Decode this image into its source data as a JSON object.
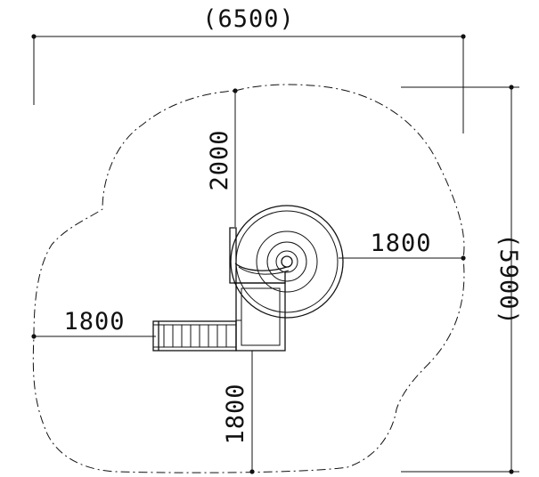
{
  "dimensions": {
    "overall_width": "(6500)",
    "overall_depth": "(5900)",
    "top_clearance": "2000",
    "right_clearance": "1800",
    "left_clearance": "1800",
    "bottom_clearance": "1800"
  },
  "colors": {
    "ink": "#111111",
    "background": "#ffffff"
  }
}
